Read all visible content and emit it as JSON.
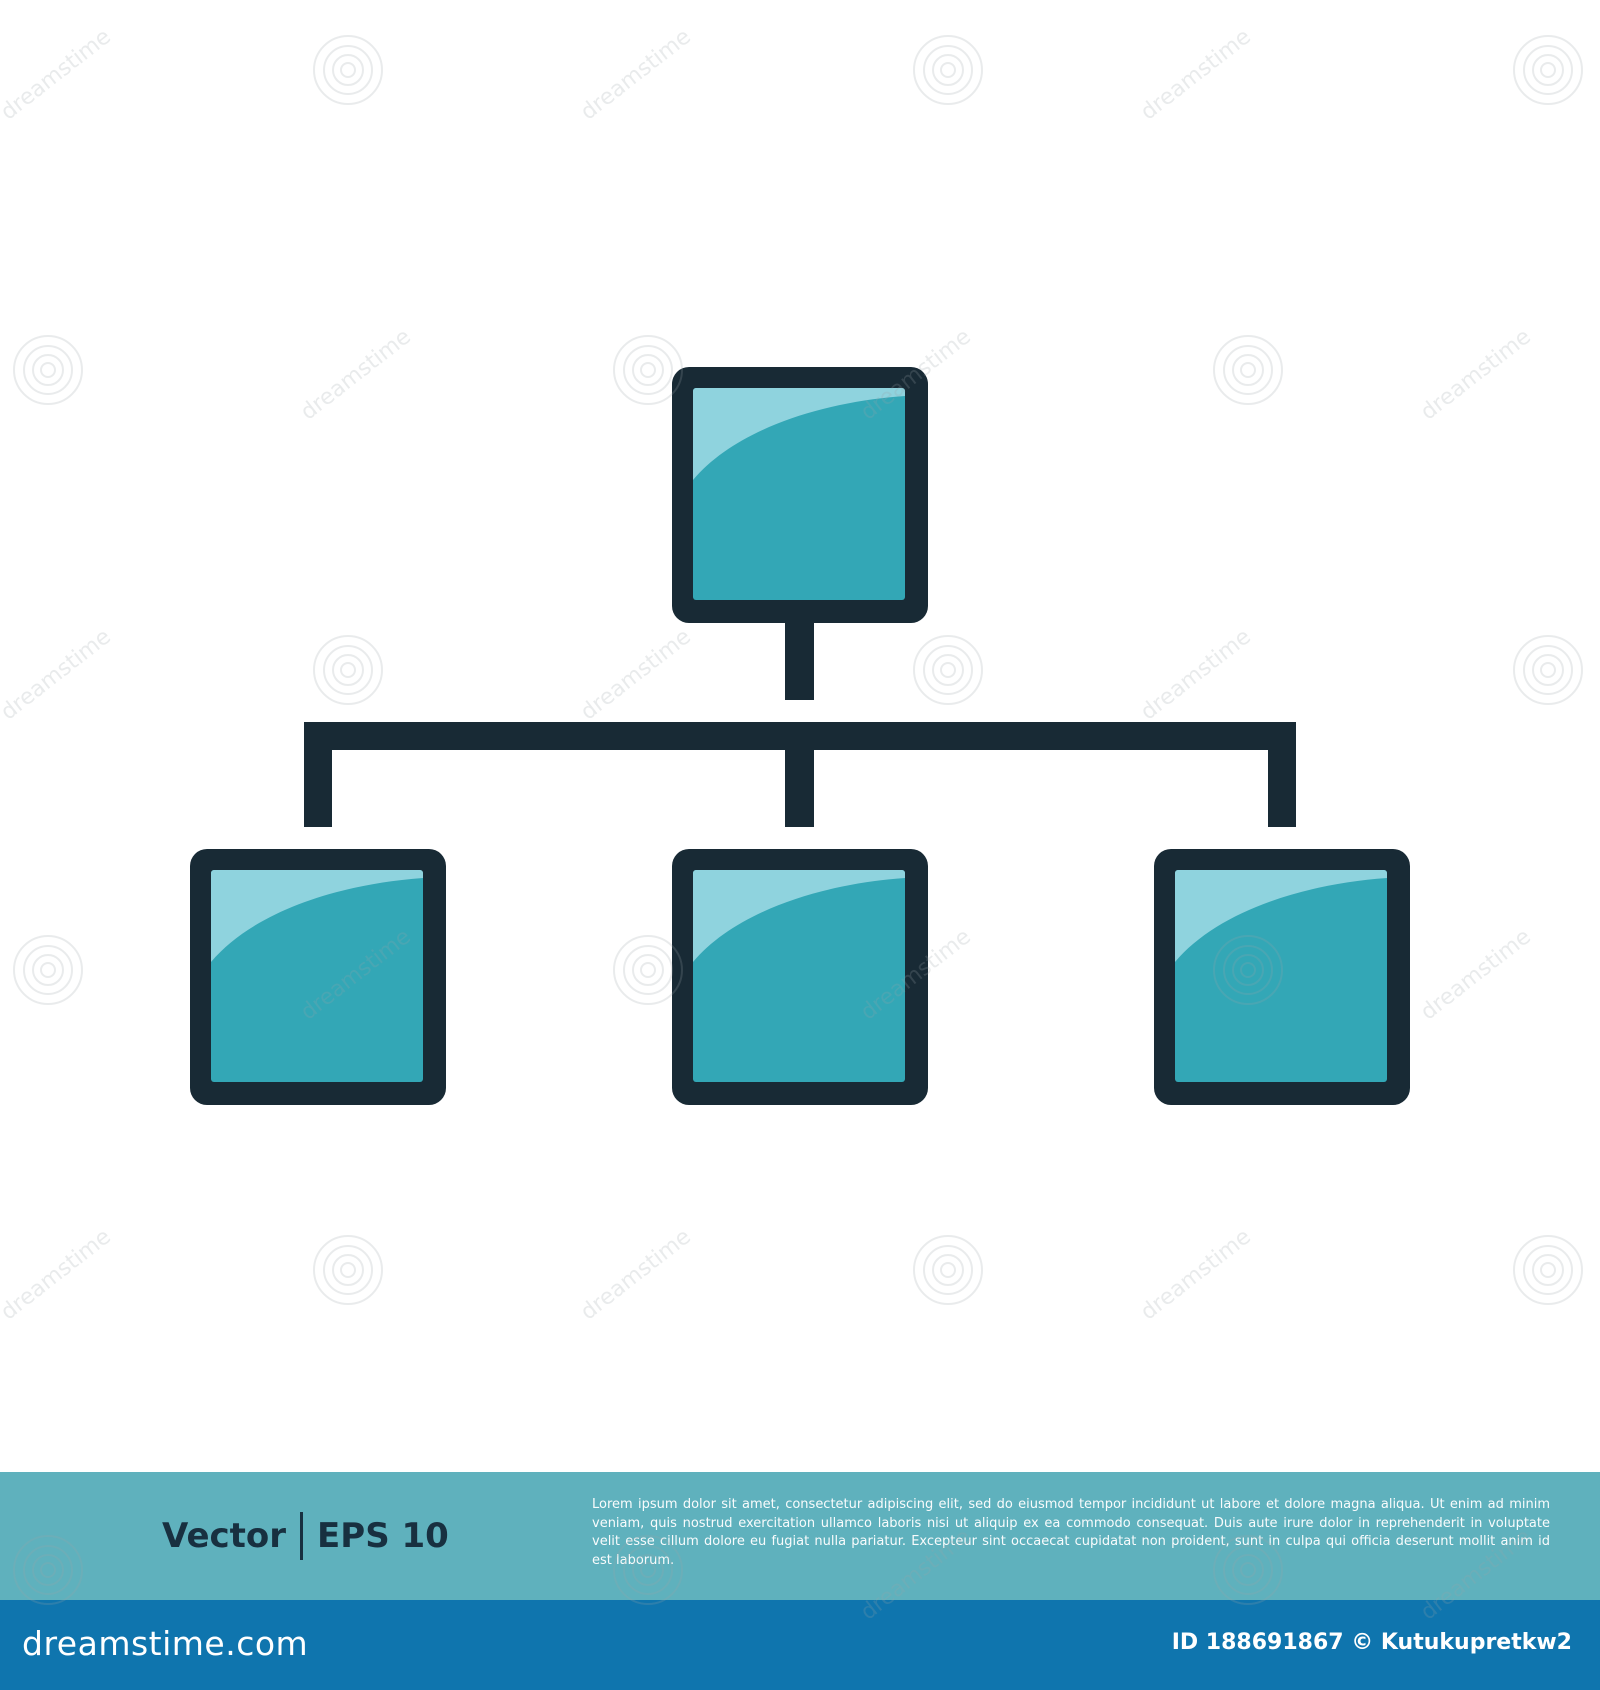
{
  "colors": {
    "background": "#ffffff",
    "outline": "#182a35",
    "box_fill": "#33a7b6",
    "box_highlight": "#8fd3de",
    "caption_bar": "#5fb1bd",
    "footer_bar": "#0f75ae",
    "caption_text": "#183040",
    "footer_text": "#ffffff"
  },
  "icon": {
    "name": "hierarchy-org-chart-icon"
  },
  "caption": {
    "vector_label": "Vector",
    "eps_label": "EPS 10",
    "lorem": "Lorem ipsum dolor sit amet, consectetur adipiscing elit, sed do eiusmod tempor incididunt ut labore et dolore magna aliqua. Ut enim ad minim veniam, quis nostrud exercitation ullamco laboris nisi ut aliquip ex ea commodo consequat. Duis aute irure dolor in reprehenderit in voluptate velit esse cillum dolore eu fugiat nulla pariatur. Excepteur sint occaecat cupidatat non proident, sunt in culpa qui officia deserunt mollit anim id est laborum."
  },
  "footer": {
    "brand": "dreamstime.com",
    "image_id": "ID 188691867 © Kutukupretkw2"
  },
  "watermark": {
    "text": "dreamstime"
  }
}
